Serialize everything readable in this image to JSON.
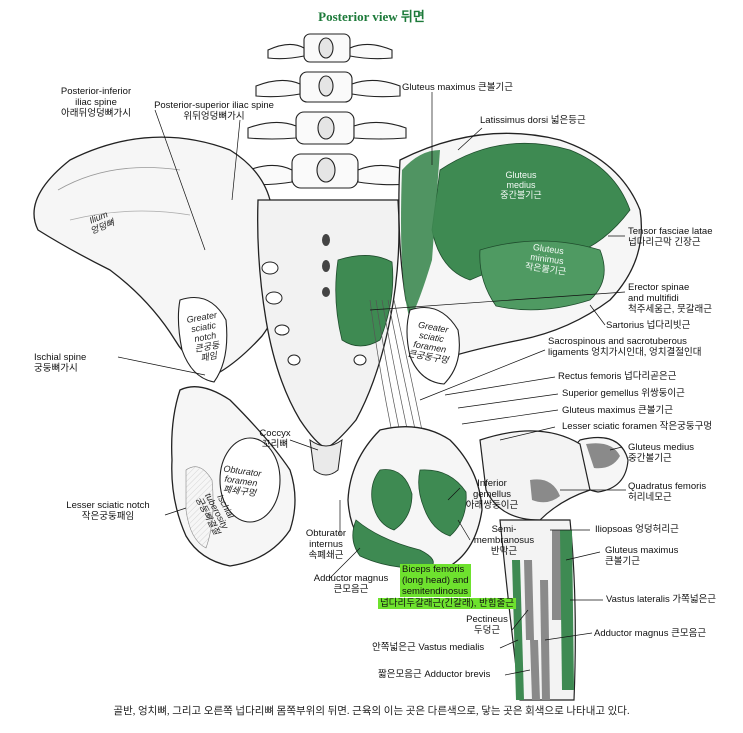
{
  "title": "Posterior view 뒤면",
  "caption": "골반, 엉치뼈, 그리고 오른쪽 넙다리뼈 몸쪽부위의 뒤면. 근육의 이는 곳은 다른색으로, 닿는 곳은 회색으로 나타내고 있다.",
  "colors": {
    "muscle_origin": "#3e8a52",
    "muscle_insertion": "#8a8a8a",
    "title": "#1d7a3a",
    "highlight": "#6ee22e"
  },
  "labels_left": {
    "posterior_inferior_iliac_spine": [
      "Posterior-inferior",
      "iliac spine",
      "아래뒤엉덩뼈가시"
    ],
    "posterior_superior_iliac_spine": [
      "Posterior-superior iliac spine",
      "위뒤엉덩뼈가시"
    ],
    "ischial_spine": [
      "Ischial spine",
      "궁둥뼈가시"
    ],
    "lesser_sciatic_notch": [
      "Lesser sciatic notch",
      "작은궁둥패임"
    ],
    "coccyx": [
      "Coccyx",
      "꼬리뼈"
    ],
    "obturator_internus": [
      "Obturator",
      "internus",
      "속폐쇄근"
    ],
    "adductor_magnus": [
      "Adductor magnus",
      "큰모음근"
    ]
  },
  "inner_labels": {
    "ilium": [
      "Ilium",
      "엉덩뼈"
    ],
    "greater_sciatic_notch": [
      "Greater",
      "sciatic",
      "notch",
      "큰궁둥",
      "패임"
    ],
    "obturator_foramen": [
      "Obturator",
      "foramen",
      "폐쇄구멍"
    ],
    "ischial_tuberosity": [
      "Ischial",
      "tuberosity",
      "궁둥뼈결절"
    ],
    "greater_sciatic_foramen": [
      "Greater",
      "sciatic",
      "foramen",
      "큰궁둥구멍"
    ],
    "gluteus_medius": [
      "Gluteus",
      "medius",
      "중간볼기근"
    ],
    "gluteus_minimus": [
      "Gluteus",
      "minimus",
      "작은볼기근"
    ]
  },
  "labels_right": {
    "gluteus_maximus_top": "Gluteus maximus 큰볼기근",
    "latissimus_dorsi": "Latissimus dorsi 넓은등근",
    "tensor_fasciae_latae": [
      "Tensor fasciae latae",
      "넙다리근막 긴장근"
    ],
    "erector_spinae": [
      "Erector spinae",
      "and multifidi",
      "척주세움근, 뭇갈래근"
    ],
    "sartorius": "Sartorius 넙다리빗근",
    "sacrospinous": [
      "Sacrospinous and sacrotuberous",
      "ligaments 엉치가시인대, 엉치결절인대"
    ],
    "rectus_femoris": "Rectus femoris 넙다리곧은근",
    "superior_gemellus": "Superior gemellus 위쌍둥이근",
    "gluteus_maximus_mid": "Gluteus maximus 큰볼기근",
    "lesser_sciatic_foramen": "Lesser sciatic foramen 작은궁둥구멍",
    "gluteus_medius_right": [
      "Gluteus medius",
      "중간볼기근"
    ],
    "quadratus_femoris": [
      "Quadratus femoris",
      "허리네모근"
    ],
    "iliopsoas": "Iliopsoas 엉덩허리근",
    "gluteus_maximus_low": [
      "Gluteus maximus",
      "큰볼기근"
    ],
    "vastus_lateralis": "Vastus lateralis 가쪽넓은근",
    "adductor_magnus_right": "Adductor magnus 큰모음근"
  },
  "labels_center": {
    "inferior_gemellus": [
      "Inferior",
      "gemellus",
      "아래쌍둥이근"
    ],
    "semimembranosus": [
      "Semi-",
      "membranosus",
      "반막근"
    ],
    "pectineus": [
      "Pectineus",
      "두덩근"
    ],
    "vastus_medialis": "안쪽넓은근  Vastus medialis",
    "adductor_brevis": "짧은모음근  Adductor brevis"
  },
  "highlight_label": [
    "Biceps femoris",
    "(long head) and",
    "semitendinosus",
    "넙다리두갈래근(긴갈래), 반힘줄근"
  ]
}
